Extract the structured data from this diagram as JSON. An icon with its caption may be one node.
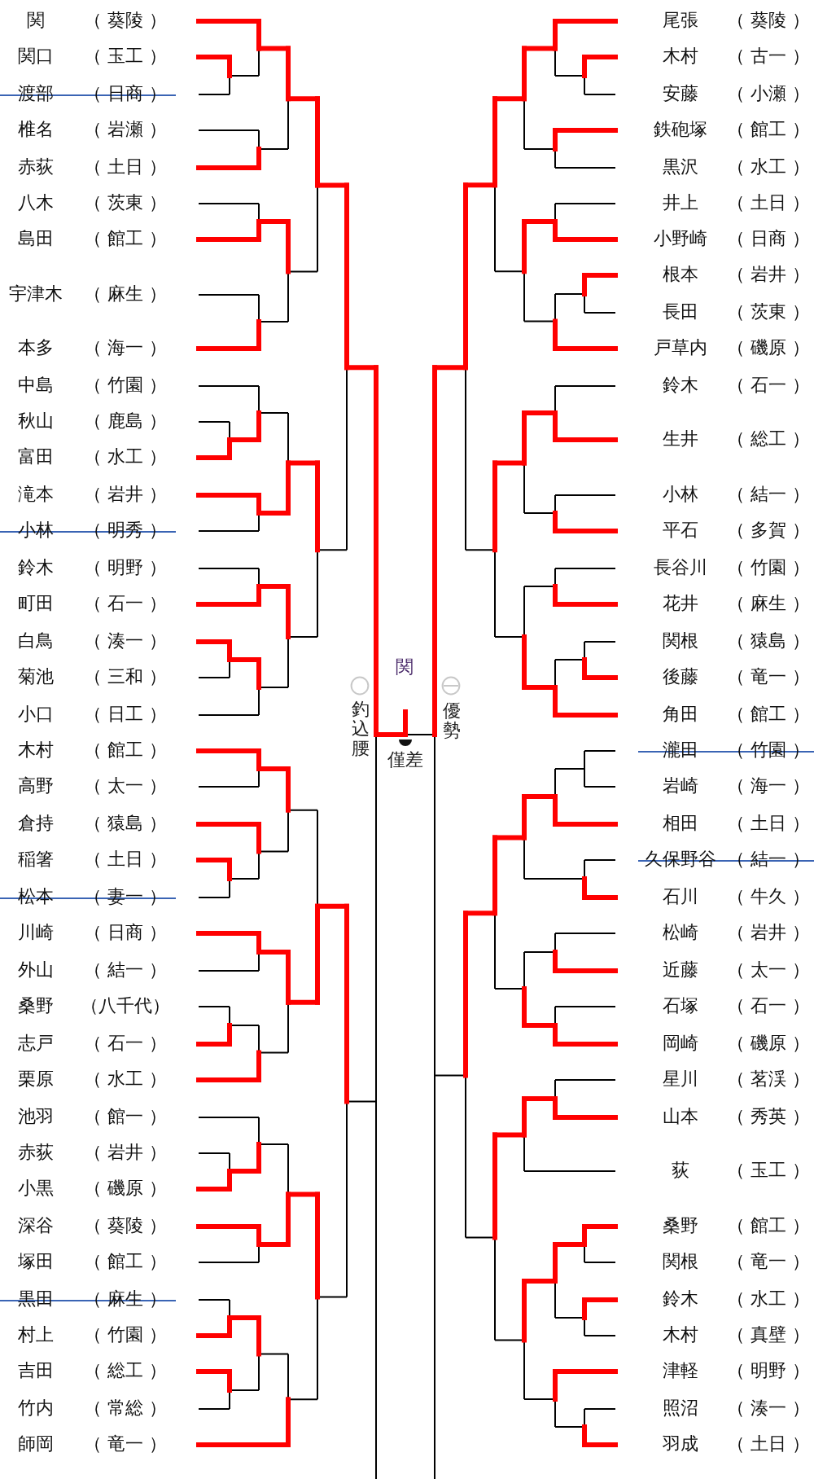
{
  "diagram": {
    "nodes": [
      {
        "text": [
          "関",
          "（ 葵陵 ）"
        ]
      },
      {
        "text": [
          "関口",
          "（ 玉工 ）"
        ]
      },
      {
        "text": [
          "渡部",
          "（ 日商 ）"
        ]
      },
      {
        "text": [
          "椎名",
          "（ 岩瀬 ）"
        ]
      },
      {
        "text": [
          "赤荻",
          "（ 土日 ）"
        ]
      },
      {
        "text": [
          "八木",
          "（ 茨東 ）"
        ]
      },
      {
        "text": [
          "島田",
          "（ 館工 ）"
        ]
      },
      {
        "text": [
          "宇津木",
          "（ 麻生 ）"
        ]
      },
      {
        "text": [
          "本多",
          "（ 海一 ）"
        ]
      },
      {
        "text": [
          "中島",
          "（ 竹園 ）"
        ]
      },
      {
        "text": [
          "秋山",
          "（ 鹿島 ）"
        ]
      },
      {
        "text": [
          "富田",
          "（ 水工 ）"
        ]
      },
      {
        "text": [
          "滝本",
          "（ 岩井 ）"
        ]
      },
      {
        "text": [
          "小林",
          "（ 明秀 ）"
        ]
      },
      {
        "text": [
          "鈴木",
          "（ 明野 ）"
        ]
      },
      {
        "text": [
          "町田",
          "（ 石一 ）"
        ]
      },
      {
        "text": [
          "白鳥",
          "（ 湊一 ）"
        ]
      },
      {
        "text": [
          "菊池",
          "（ 三和 ）"
        ]
      },
      {
        "text": [
          "小口",
          "（ 日工 ）"
        ]
      },
      {
        "text": [
          "木村",
          "（ 館工 ）"
        ]
      },
      {
        "text": [
          "高野",
          "（ 太一 ）"
        ]
      },
      {
        "text": [
          "倉持",
          "（ 猿島 ）"
        ]
      },
      {
        "text": [
          "稲箸",
          "（ 土日 ）"
        ]
      },
      {
        "text": [
          "松本",
          "（ 妻一 ）"
        ]
      },
      {
        "text": [
          "川崎",
          "（ 日商 ）"
        ]
      },
      {
        "text": [
          "外山",
          "（ 結一 ）"
        ]
      },
      {
        "text": [
          "桑野",
          "（八千代）"
        ]
      },
      {
        "text": [
          "志戸",
          "（ 石一 ）"
        ]
      },
      {
        "text": [
          "栗原",
          "（ 水工 ）"
        ]
      },
      {
        "text": [
          "池羽",
          "（ 館一 ）"
        ]
      },
      {
        "text": [
          "赤荻",
          "（ 岩井 ）"
        ]
      },
      {
        "text": [
          "小黒",
          "（ 磯原 ）"
        ]
      },
      {
        "text": [
          "深谷",
          "（ 葵陵 ）"
        ]
      },
      {
        "text": [
          "塚田",
          "（ 館工 ）"
        ]
      },
      {
        "text": [
          "黒田",
          "（ 麻生 ）"
        ]
      },
      {
        "text": [
          "村上",
          "（ 竹園 ）"
        ]
      },
      {
        "text": [
          "吉田",
          "（ 総工 ）"
        ]
      },
      {
        "text": [
          "竹内",
          "（ 常総 ）"
        ]
      },
      {
        "text": [
          "師岡",
          "（ 竜一 ）"
        ]
      },
      {
        "text": [
          "尾張",
          "（ 葵陵 ）"
        ]
      },
      {
        "text": [
          "木村",
          "（ 古一 ）"
        ]
      },
      {
        "text": [
          "安藤",
          "（ 小瀬 ）"
        ]
      },
      {
        "text": [
          "鉄砲塚",
          "（ 館工 ）"
        ]
      },
      {
        "text": [
          "黒沢",
          "（ 水工 ）"
        ]
      },
      {
        "text": [
          "井上",
          "（ 土日 ）"
        ]
      },
      {
        "text": [
          "小野崎",
          "（ 日商 ）"
        ]
      },
      {
        "text": [
          "根本",
          "（ 岩井 ）"
        ]
      },
      {
        "text": [
          "長田",
          "（ 茨東 ）"
        ]
      },
      {
        "text": [
          "戸草内",
          "（ 磯原 ）"
        ]
      },
      {
        "text": [
          "鈴木",
          "（ 石一 ）"
        ]
      },
      {
        "text": [
          "生井",
          "（ 総工 ）"
        ]
      },
      {
        "text": [
          "小林",
          "（ 結一 ）"
        ]
      },
      {
        "text": [
          "平石",
          "（ 多賀 ）"
        ]
      },
      {
        "text": [
          "長谷川",
          "（ 竹園 ）"
        ]
      },
      {
        "text": [
          "花井",
          "（ 麻生 ）"
        ]
      },
      {
        "text": [
          "関根",
          "（ 猿島 ）"
        ]
      },
      {
        "text": [
          "後藤",
          "（ 竜一 ）"
        ]
      },
      {
        "text": [
          "角田",
          "（ 館工 ）"
        ]
      },
      {
        "text": [
          "瀧田",
          "（ 竹園 ）"
        ]
      },
      {
        "text": [
          "岩崎",
          "（ 海一 ）"
        ]
      },
      {
        "text": [
          "相田",
          "（ 土日 ）"
        ]
      },
      {
        "text": [
          "久保野谷",
          "（ 結一 ）"
        ]
      },
      {
        "text": [
          "石川",
          "（ 牛久 ）"
        ]
      },
      {
        "text": [
          "松崎",
          "（ 岩井 ）"
        ]
      },
      {
        "text": [
          "近藤",
          "（ 太一 ）"
        ]
      },
      {
        "text": [
          "石塚",
          "（ 石一 ）"
        ]
      },
      {
        "text": [
          "岡崎",
          "（ 磯原 ）"
        ]
      },
      {
        "text": [
          "星川",
          "（ 茗渓 ）"
        ]
      },
      {
        "text": [
          "山本",
          "（ 秀英 ）"
        ]
      },
      {
        "text": [
          "荻",
          "（ 玉工 ）"
        ]
      },
      {
        "text": [
          "桑野",
          "（ 館工 ）"
        ]
      },
      {
        "text": [
          "関根",
          "（ 竜一 ）"
        ]
      },
      {
        "text": [
          "鈴木",
          "（ 水工 ）"
        ]
      },
      {
        "text": [
          "木村",
          "（ 真壁 ）"
        ]
      },
      {
        "text": [
          "津軽",
          "（ 明野 ）"
        ]
      },
      {
        "text": [
          "照沼",
          "（ 湊一 ）"
        ]
      },
      {
        "text": [
          "羽成",
          "（ 土日 ）"
        ]
      }
    ],
    "labels": [
      "関",
      "釣込腰",
      "僅差",
      "優勢"
    ]
  }
}
